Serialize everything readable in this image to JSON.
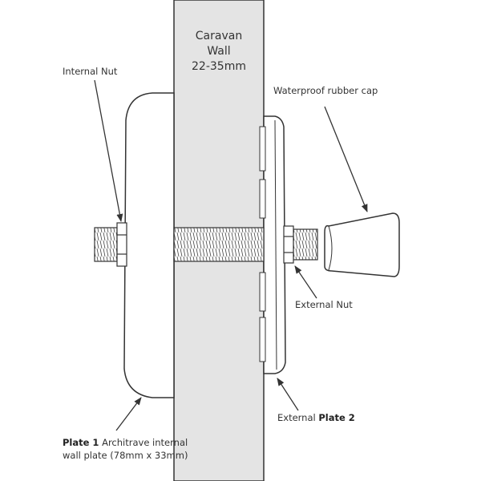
{
  "wall": {
    "line1": "Caravan",
    "line2": "Wall",
    "line3": "22-35mm"
  },
  "labels": {
    "internal_nut": "Internal Nut",
    "rubber_cap": "Waterproof rubber cap",
    "external_nut": "External Nut",
    "external_plate_prefix": "External",
    "external_plate_bold": "Plate 2",
    "plate1_bold": "Plate 1",
    "plate1_line1_rest": " Architrave internal",
    "plate1_line2": "wall plate (78mm x 33mm)"
  },
  "colors": {
    "wall_fill": "#e4e4e4",
    "outline": "#333333",
    "background": "#ffffff"
  }
}
